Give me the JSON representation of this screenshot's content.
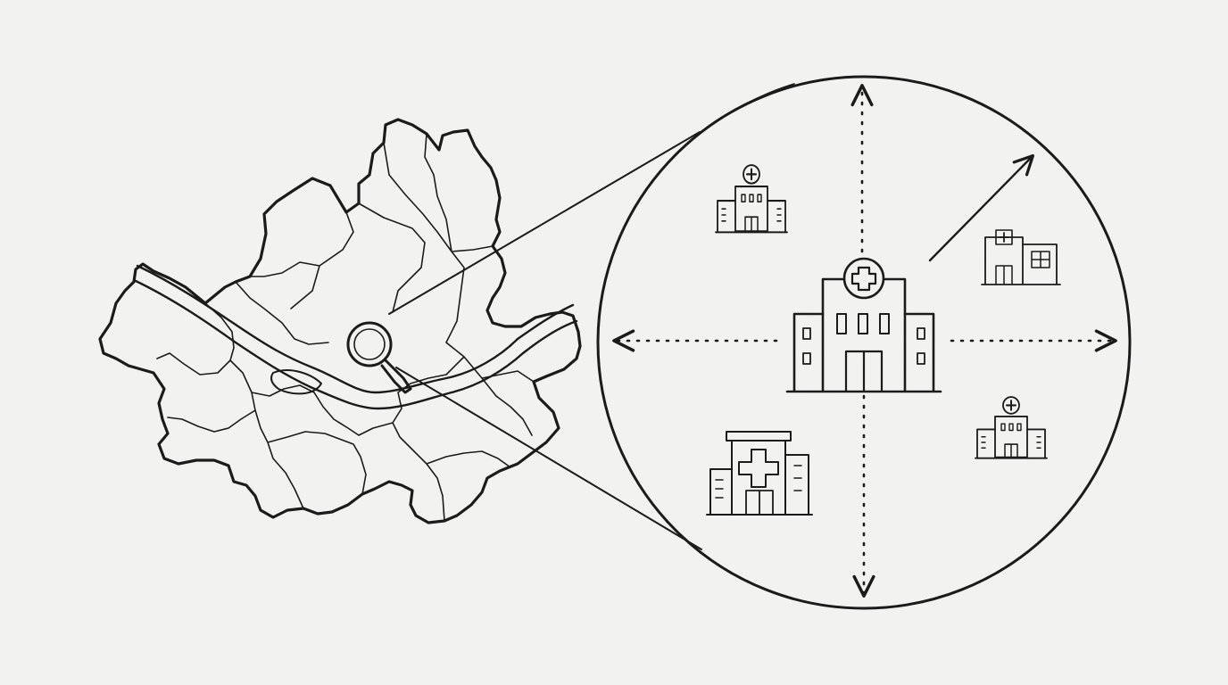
{
  "scene": {
    "description_free": true,
    "colors": {
      "paper": "#f3f3f2",
      "ink": "#1b1b1b"
    },
    "icons": [
      "city-district-map-icon",
      "river-icon",
      "magnifier-icon",
      "zoom-circle-icon",
      "central-hospital-icon",
      "hospital-icon",
      "expansion-arrow-icon"
    ],
    "hospital_count_in_circle": 5,
    "arrow_directions": [
      "up",
      "down",
      "left",
      "right",
      "up-right"
    ]
  }
}
